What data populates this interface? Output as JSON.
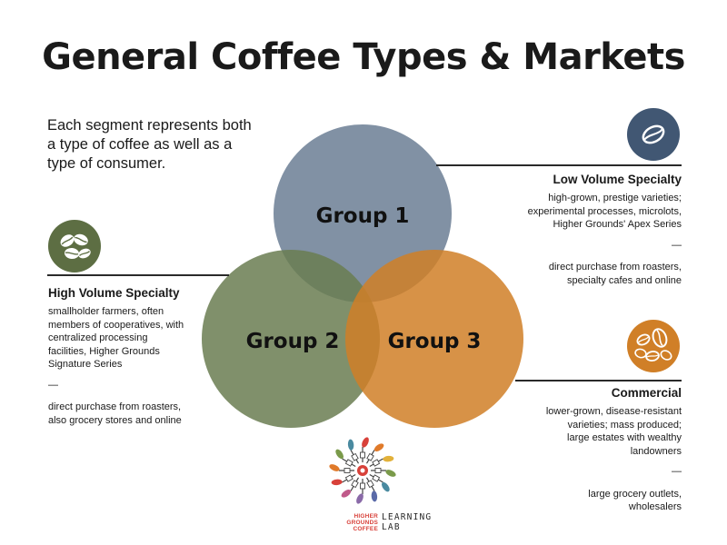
{
  "title": "General Coffee Types & Markets",
  "intro": "Each segment represents both a type of coffee as well as a type of consumer.",
  "colors": {
    "group1": "#73859a",
    "group2": "#6a7c51",
    "group3": "#d07f27",
    "icon_low_volume": "#415773",
    "icon_high_volume": "#5d6e43",
    "icon_commercial": "#d07f27"
  },
  "groups": {
    "group1": "Group 1",
    "group2": "Group 2",
    "group3": "Group 3"
  },
  "segments": {
    "low_volume": {
      "heading": "Low Volume Specialty",
      "type_text": "high-grown, prestige varieties; experimental processes, microlots, Higher Grounds' Apex Series",
      "separator": "—",
      "market_text": "direct purchase from roasters, specialty cafes and online",
      "icon": "coffee-bean-icon"
    },
    "high_volume": {
      "heading": "High Volume Specialty",
      "type_text": "smallholder farmers, often members of cooperatives, with centralized processing facilities, Higher Grounds Signature Series",
      "separator": "—",
      "market_text": "direct purchase from roasters, also grocery stores and online",
      "icon": "coffee-beans-icon"
    },
    "commercial": {
      "heading": "Commercial",
      "type_text": "lower-grown, disease-resistant varieties; mass produced; large estates with wealthy landowners",
      "separator": "—",
      "market_text": "large grocery outlets, wholesalers",
      "icon": "many-coffee-beans-icon"
    }
  },
  "logo": {
    "left_text": "HIGHER GROUNDS COFFEE",
    "right_text": "LEARNING LAB"
  }
}
